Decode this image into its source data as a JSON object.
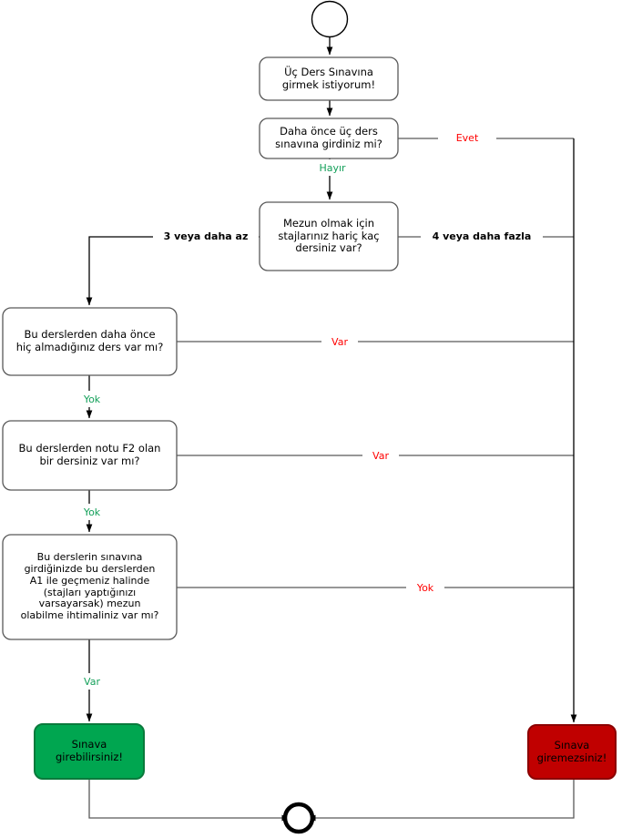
{
  "diagram": {
    "title": "Uc Ders Sinavi Karar Akis Semasi",
    "language": "tr",
    "colors": {
      "stroke": "#595959",
      "dark_stroke": "#000000",
      "yes_label": "#ff0000",
      "no_label": "#14a05a",
      "bold_label": "#000000",
      "success_fill": "#00a650",
      "success_stroke": "#0a7a3c",
      "fail_fill": "#c00000",
      "fail_stroke": "#8b0000",
      "node_fill": "#ffffff"
    },
    "nodes": {
      "start": {
        "kind": "start-circle",
        "label": ""
      },
      "n1": {
        "kind": "process",
        "label": "Üç Ders Sınavına\ngirmek istiyorum!"
      },
      "n2": {
        "kind": "decision",
        "label": "Daha önce üç ders\nsınavına girdiniz mi?"
      },
      "n3": {
        "kind": "decision",
        "label": "Mezun olmak için\nstajlarınız hariç kaç\ndersiniz var?"
      },
      "n4": {
        "kind": "decision",
        "label": "Bu derslerden daha önce\nhiç almadığınız ders var mı?"
      },
      "n5": {
        "kind": "decision",
        "label": "Bu derslerden notu F2 olan\nbir dersiniz var mı?"
      },
      "n6": {
        "kind": "decision",
        "label": "Bu derslerin sınavına\ngirdiğinizde bu derslerden\nA1 ile geçmeniz halinde\n(stajları yaptığınızı\nvarsayarsak) mezun\nolabilme ihtimaliniz var mı?"
      },
      "success": {
        "kind": "terminal-success",
        "label": "Sınava\ngirebilirsiniz!"
      },
      "fail": {
        "kind": "terminal-fail",
        "label": "Sınava\ngiremezsiniz!"
      },
      "end": {
        "kind": "end-circle",
        "label": ""
      }
    },
    "edge_labels": {
      "e_evet": "Evet",
      "e_hayir": "Hayır",
      "e_3_veya_az": "3 veya daha az",
      "e_4_veya_fazla": "4 veya daha fazla",
      "e_var_1": "Var",
      "e_yok_1": "Yok",
      "e_var_2": "Var",
      "e_yok_2": "Yok",
      "e_yok_3": "Yok",
      "e_var_3": "Var"
    }
  }
}
